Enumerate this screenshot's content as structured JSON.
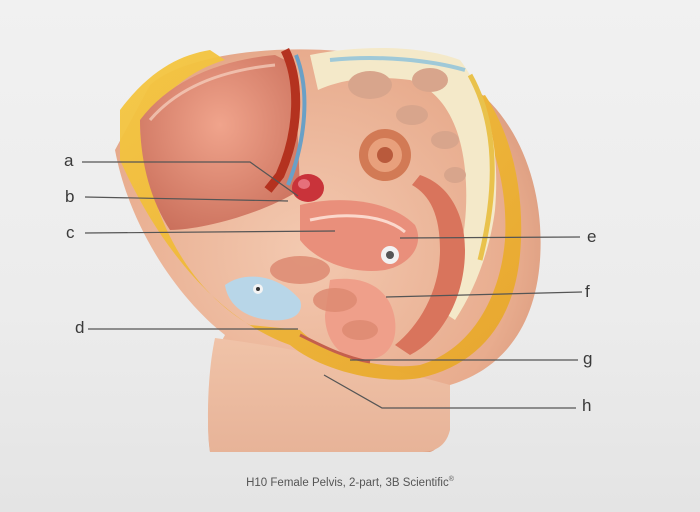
{
  "labels": {
    "a": "a",
    "b": "b",
    "c": "c",
    "d": "d",
    "e": "e",
    "f": "f",
    "g": "g",
    "h": "h"
  },
  "caption": {
    "text": "H10 Female Pelvis, 2-part, 3B Scientific",
    "mark": "®"
  }
}
